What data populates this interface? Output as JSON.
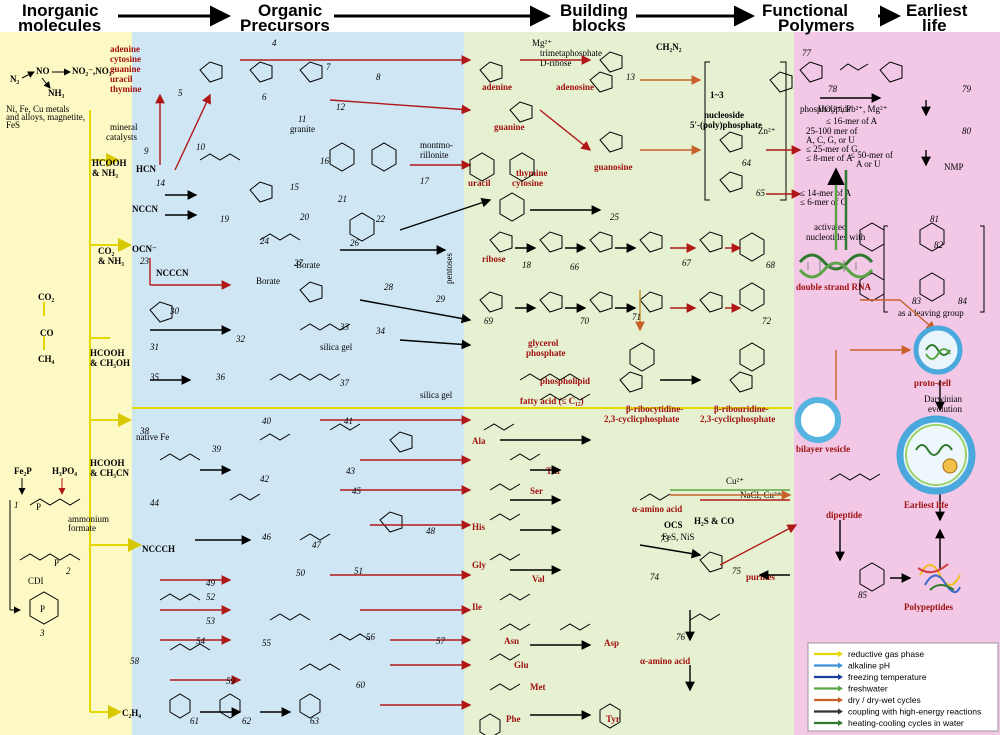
{
  "headers": {
    "inorganic": [
      "Inorganic",
      "molecules"
    ],
    "organic": [
      "Organic",
      "Precursors"
    ],
    "building": [
      "Building",
      "blocks"
    ],
    "functional": [
      "Functional",
      "Polymers"
    ],
    "earliest": [
      "Earliest",
      "life"
    ]
  },
  "bands": {
    "inorganic_color": "#fdf9c4",
    "organic_color": "#cfe6f5",
    "building_color": "#e6f1d2",
    "functional_color": "#f2c8e6"
  },
  "inorganic": {
    "nox": [
      "N₂",
      "NO",
      "NO₂⁻,NO₃⁻",
      "NH₃"
    ],
    "metals": [
      "Ni, Fe, Cu metals",
      "and alloys, magnetite,",
      "FeS"
    ],
    "hcooh_nh3": [
      "HCOOH",
      "& NH₃"
    ],
    "co2_nh3": [
      "CO₂",
      "& NH₃"
    ],
    "co_group": [
      "CO₂",
      "CO",
      "CH₄"
    ],
    "hcooh_ch3oh": [
      "HCOOH",
      "& CH₃OH"
    ],
    "hcooh_ch3cn": [
      "HCOOH",
      "& CH₃CN"
    ],
    "fe2po4": "Fe₂P",
    "h3po4": "H₃PO₄",
    "ammonium": [
      "ammonium",
      "formate"
    ],
    "cdi": "CDI",
    "c2h4": "C₂H₄"
  },
  "organic": {
    "nucleobases": [
      "adenine",
      "cytosine",
      "guanine",
      "uracil",
      "thymine"
    ],
    "mineral": [
      "mineral",
      "catalysts"
    ],
    "hcn": "HCN",
    "nccn": "NCCN",
    "ocn": "OCN⁻",
    "ncccn": "NCCCN",
    "nccch": "NCCCH",
    "native_fe": "native Fe",
    "borate": "Borate",
    "granite": "granite",
    "montmorillonite": [
      "montmo-",
      "rillonite"
    ],
    "silica_gel": "silica gel",
    "pentoses": "pentoses"
  },
  "building": {
    "adenine": "adenine",
    "adenosine": "adenosine",
    "guanine": "guanine",
    "guanosine": "guanosine",
    "uracil": "uracil",
    "thymine": "thymine",
    "cytosine": "cytosine",
    "ribose": "ribose",
    "glycerol_phosphate": [
      "glycerol",
      "phosphate"
    ],
    "phospholipid": "phospholipid",
    "fatty_acid": "fatty acid (≤ C₁₂)",
    "riboc": [
      "β-ribocytidine-",
      "2,3-cyclicphosphate"
    ],
    "ribou": [
      "β-ribouridine-",
      "2,3-cyclicphosphate"
    ],
    "amino_acids": [
      "Ala",
      "Thr",
      "Ser",
      "His",
      "Gly",
      "Val",
      "Ile",
      "Asn",
      "Asp",
      "Glu",
      "Met",
      "Phe",
      "Tyr"
    ],
    "alpha_amino": "α-amino acid",
    "purines": "purines",
    "mg_trimeta": [
      "Mg²⁺",
      "trimetaphosphate",
      "D-ribose"
    ],
    "nucleoside_poly": [
      "nucleoside",
      "5'-(poly)phosphate"
    ],
    "range": "1~3",
    "ch2n2": "CH₂N₂",
    "h2s_co": "H₂S & CO",
    "ocs": "OCS",
    "fes_nis": "FeS, NiS",
    "nacl": "NaCl, Cu²⁺"
  },
  "functional": {
    "phospholipids": "phospholipids",
    "mer_lines": [
      "25-100 mer of",
      "A, C, G, or U",
      "≤ 25-mer of G",
      "≤ 8-mer of A"
    ],
    "mer_a": "≤ 16-mer of A",
    "mer_au": [
      "≤ 50-mer of",
      "A or U"
    ],
    "mer_c": [
      "≤ 14-mer of A",
      "≤ 6-mer of C"
    ],
    "activated": [
      "activated",
      "nucleotides with"
    ],
    "double_rna": "double strand RNA",
    "bilayer": "bilayer vesicle",
    "dipeptide": "dipeptide",
    "uo2": "UO₂²⁺, Pb²⁺, Mg²⁺",
    "zn": "Zn²⁺",
    "cu": "Cu²⁺",
    "leaving": "as a leaving group"
  },
  "earliest": {
    "proto_cell": "proto-cell",
    "darwinian": [
      "Darwinian",
      "evolution"
    ],
    "earliest_life": "Earliest life",
    "polypeptides": "Polypeptides",
    "nmp": "NMP"
  },
  "legend": [
    {
      "label": "reductive gas phase",
      "color": "#e5d800"
    },
    {
      "label": "alkaline pH",
      "color": "#3c8fd8"
    },
    {
      "label": "freezing temperature",
      "color": "#1a3fa0"
    },
    {
      "label": "freshwater",
      "color": "#5aa646"
    },
    {
      "label": "dry / dry-wet cycles",
      "color": "#c8602a"
    },
    {
      "label": "coupling with high-energy reactions",
      "color": "#333333"
    },
    {
      "label": "heating-cooling cycles in water",
      "color": "#2e7a2e"
    }
  ],
  "compound_numbers": [
    "1",
    "2",
    "3",
    "4",
    "5",
    "6",
    "7",
    "8",
    "9",
    "10",
    "11",
    "12",
    "13",
    "14",
    "15",
    "16",
    "17",
    "18",
    "19",
    "20",
    "21",
    "22",
    "23",
    "24",
    "25",
    "26",
    "27",
    "28",
    "29",
    "30",
    "31",
    "32",
    "33",
    "34",
    "35",
    "36",
    "37",
    "38",
    "39",
    "40",
    "41",
    "42",
    "43",
    "44",
    "45",
    "46",
    "47",
    "48",
    "49",
    "50",
    "51",
    "52",
    "53",
    "54",
    "55",
    "56",
    "57",
    "58",
    "59",
    "60",
    "61",
    "62",
    "63",
    "64",
    "65",
    "66",
    "67",
    "68",
    "69",
    "70",
    "71",
    "72",
    "73",
    "74",
    "75",
    "76",
    "77",
    "78",
    "79",
    "80",
    "81",
    "82",
    "83",
    "84",
    "85"
  ]
}
